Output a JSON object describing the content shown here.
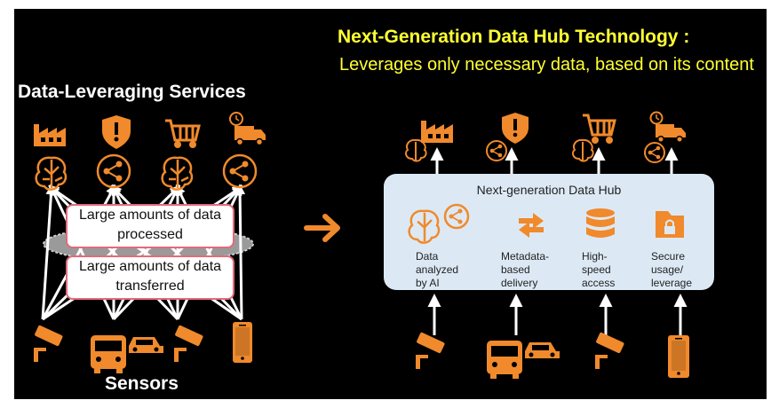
{
  "left": {
    "services_heading": "Data-Leveraging Services",
    "sensors_heading": "Sensors",
    "note_processed": "Large amounts of data processed",
    "note_transferred": "Large amounts of data transferred"
  },
  "right": {
    "title": "Next-Generation Data Hub Technology :",
    "subtitle": "Leverages only necessary data, based on its content",
    "hub_title": "Next-generation Data Hub",
    "features": [
      {
        "label": "Data analyzed by AI",
        "icon": "brain-share-icon"
      },
      {
        "label": "Metadata-based delivery",
        "icon": "swap-arrows-icon"
      },
      {
        "label": "High-speed access",
        "icon": "database-icon"
      },
      {
        "label": "Secure usage/ leverage",
        "icon": "secure-folder-icon"
      }
    ]
  },
  "service_icons": [
    "factory-icon",
    "shield-alert-icon",
    "cart-icon",
    "delivery-truck-icon"
  ],
  "sensor_icons": [
    "cctv-camera-icon",
    "vehicles-icon",
    "cctv-camera-icon",
    "smartphone-icon"
  ],
  "colors": {
    "accent": "#f08a2c",
    "heading_yellow": "#ffff33",
    "hub_bg": "#dce9f5",
    "note_border": "#e46a7a",
    "background": "#000000"
  }
}
